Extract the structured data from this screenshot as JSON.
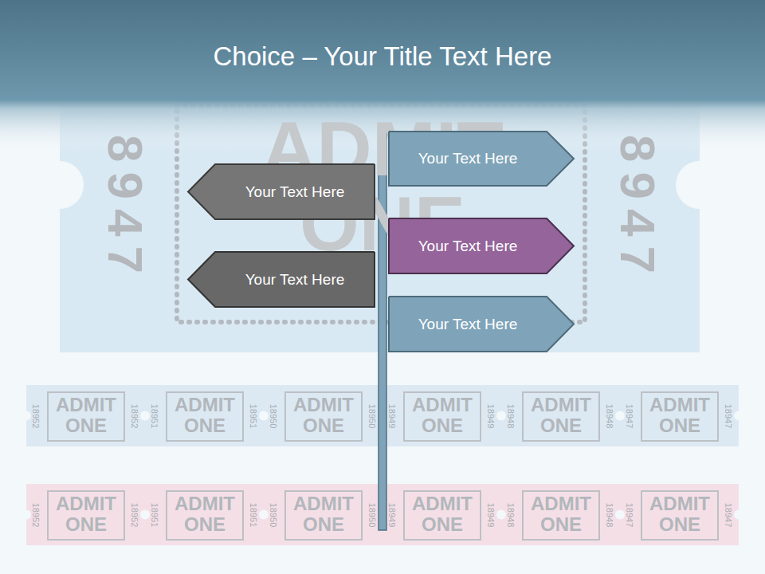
{
  "diagram": {
    "title": "Choice – Your Title Text Here",
    "nodes": [
      {
        "text": [
          "Your Text Here"
        ]
      },
      {
        "text": [
          "Your Text Here"
        ]
      },
      {
        "text": [
          "Your Text Here"
        ]
      },
      {
        "text": [
          "Your Text Here"
        ]
      },
      {
        "text": [
          "Your Text Here"
        ]
      }
    ],
    "labels": [
      "ADMIT ONE",
      "8947",
      "8947",
      "18952",
      "ADMIT ONE",
      "18952",
      "18951",
      "ADMIT ONE",
      "18951",
      "18950",
      "ADMIT ONE",
      "18950",
      "18949",
      "ADMIT ONE",
      "18949",
      "18948",
      "ADMIT ONE",
      "18948",
      "18947",
      "ADMIT ONE",
      "18947",
      "18952",
      "ADMIT ONE",
      "18952",
      "18951",
      "ADMIT ONE",
      "18951",
      "18950",
      "ADMIT ONE",
      "18950",
      "18949",
      "ADMIT ONE",
      "18949",
      "18948",
      "ADMIT ONE",
      "18948",
      "18947",
      "ADMIT ONE",
      "18947"
    ]
  }
}
